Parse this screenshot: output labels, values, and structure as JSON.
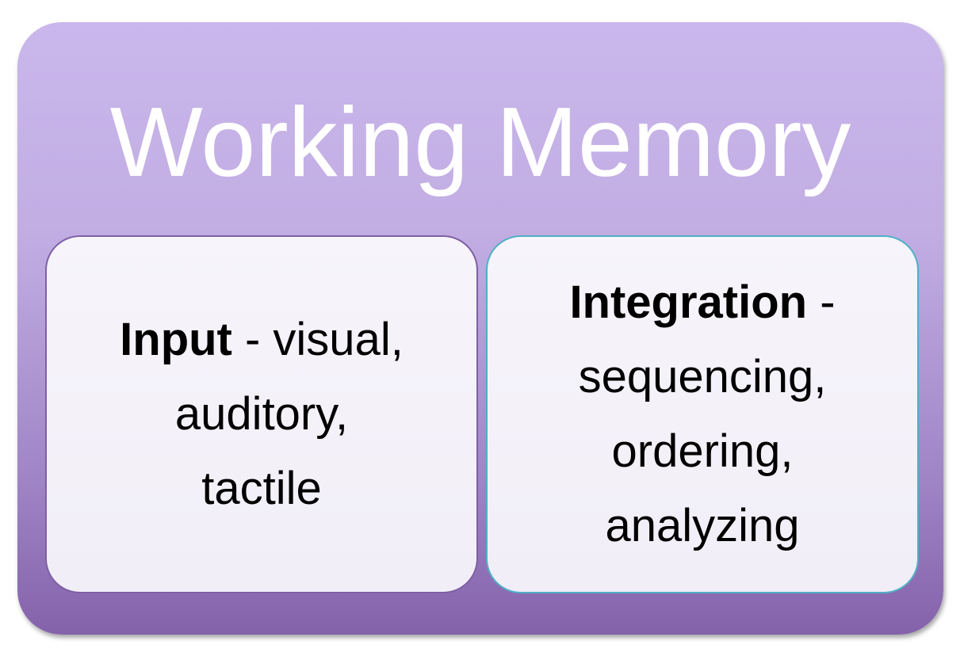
{
  "title": "Working Memory",
  "boxes": [
    {
      "heading": "Input",
      "separator": " - ",
      "line1_rest": "visual,",
      "lines": [
        "auditory,",
        "tactile"
      ]
    },
    {
      "heading": "Integration",
      "separator": " -",
      "lines": [
        "sequencing,",
        "ordering,",
        "analyzing"
      ]
    }
  ],
  "colors": {
    "outer_top": "#cab7ec",
    "outer_bottom": "#8462aa",
    "left_border": "#7e5fa4",
    "right_border": "#4fb0c6"
  }
}
